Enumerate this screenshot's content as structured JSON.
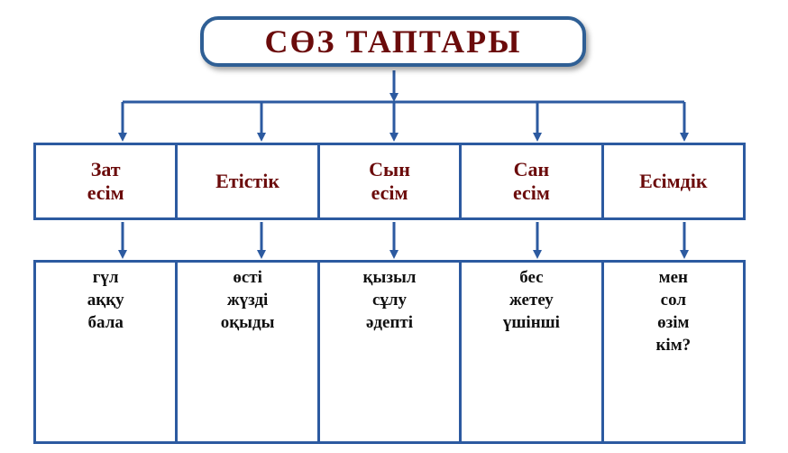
{
  "title": "СӨЗ ТАПТАРЫ",
  "colors": {
    "line": "#2c5aa0",
    "title_text": "#6b0b0b",
    "category_text": "#6b0b0b",
    "example_text": "#111111"
  },
  "categories": [
    {
      "line1": "Зат",
      "line2": "есім"
    },
    {
      "line1": "Етістік",
      "line2": ""
    },
    {
      "line1": "Сын",
      "line2": "есім"
    },
    {
      "line1": "Сан",
      "line2": "есім"
    },
    {
      "line1": "Есімдік",
      "line2": ""
    }
  ],
  "examples": [
    [
      "гүл",
      "аққу",
      "бала"
    ],
    [
      "өсті",
      "жүзді",
      "оқыды"
    ],
    [
      "қызыл",
      "сұлу",
      "әдепті"
    ],
    [
      "бес",
      "жетеу",
      "үшінші"
    ],
    [
      "мен",
      "сол",
      "өзім",
      "кім?"
    ]
  ]
}
